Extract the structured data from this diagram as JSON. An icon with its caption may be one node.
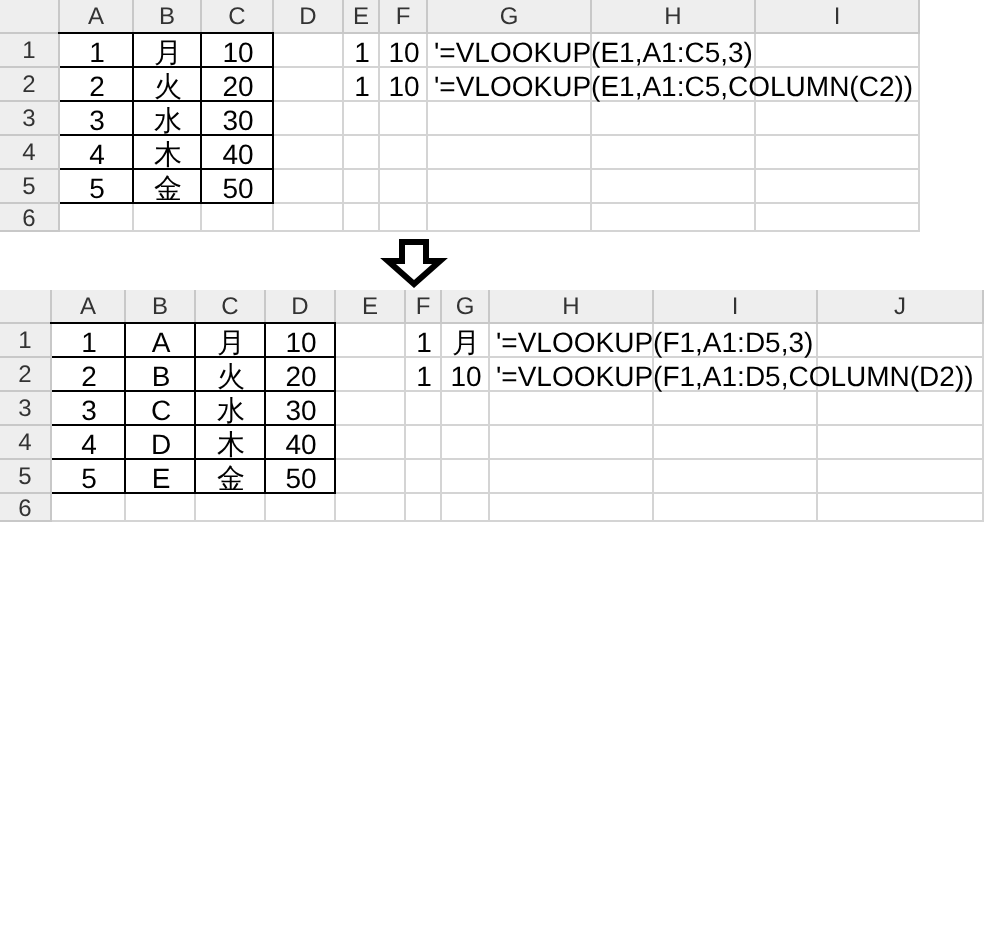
{
  "diagram": {
    "nodes": [
      {
        "text": [
          "A",
          "B",
          "C",
          "D",
          "E",
          "F",
          "G",
          "H",
          "I",
          "1",
          "1",
          "月",
          "10",
          "1",
          "10",
          "'=VLOOKUP(E1,A1:C5,3)",
          "2",
          "2",
          "火",
          "20",
          "1",
          "10",
          "'=VLOOKUP(E1,A1:C5,COLUMN(C2))",
          "3",
          "3",
          "水",
          "30",
          "4",
          "4",
          "木",
          "40",
          "5",
          "5",
          "金",
          "50",
          "6"
        ]
      },
      {
        "text": [
          "A",
          "B",
          "C",
          "D",
          "E",
          "F",
          "G",
          "H",
          "I",
          "J",
          "1",
          "1",
          "A",
          "月",
          "10",
          "1",
          "月",
          "'=VLOOKUP(F1,A1:D5,3)",
          "2",
          "2",
          "B",
          "火",
          "20",
          "1",
          "10",
          "'=VLOOKUP(F1,A1:D5,COLUMN(D2))",
          "3",
          "3",
          "C",
          "水",
          "30",
          "4",
          "4",
          "D",
          "木",
          "40",
          "5",
          "5",
          "E",
          "金",
          "50",
          "6"
        ]
      }
    ],
    "edges": [
      {
        "from": 0,
        "to": 1,
        "arrow": "to"
      }
    ]
  }
}
